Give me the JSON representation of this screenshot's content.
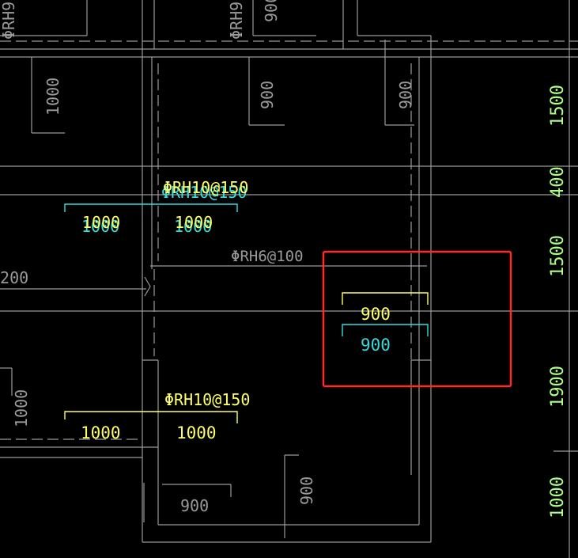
{
  "colors": {
    "background": "#000000",
    "line": "#9a9a9a",
    "yellow": "#ffff66",
    "cyan": "#33dddd",
    "green": "#aaff88",
    "highlight": "#ff2a2a"
  },
  "labels": {
    "top_rh_left": "ΦRH9",
    "top_rh_right": "ΦRH9",
    "top_900_vertical": "900",
    "left_1000_top": "1000",
    "mid_900_v1": "900",
    "mid_900_v2": "900",
    "rh10_upper_cyan": "ΦRH10@150",
    "rh10_upper_yellow": "ΦRH10@150",
    "dim_1000_a_cyan": "1000",
    "dim_1000_a_yellow": "1000",
    "dim_1000_b_cyan": "1000",
    "dim_1000_b_yellow": "1000",
    "rh6": "ΦRH6@100",
    "left_200": "@200",
    "box_900_yellow": "900",
    "box_900_cyan": "900",
    "rh10_lower": "ΦRH10@150",
    "dim_1000_c": "1000",
    "dim_1000_d": "1000",
    "left_1000_bottom": "1000",
    "bottom_900_h": "900",
    "bottom_900_v": "900",
    "right_1500_a": "1500",
    "right_400": "400",
    "right_1500_b": "1500",
    "right_1900": "1900",
    "right_1000": "1000"
  }
}
